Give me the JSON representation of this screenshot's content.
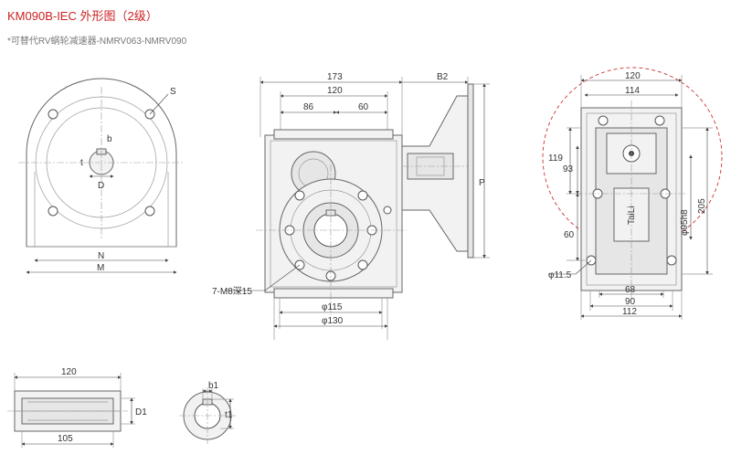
{
  "header": {
    "title": "KM090B-IEC 外形图（2级）",
    "subtitle": "*可替代RV蜗轮减速器-NMRV063-NMRV090"
  },
  "front_flange_view": {
    "labels": {
      "S": "S",
      "b": "b",
      "t": "t",
      "D": "D",
      "N": "N",
      "M": "M"
    }
  },
  "side_view": {
    "dims": {
      "d173": "173",
      "B2": "B2",
      "d120": "120",
      "d86": "86",
      "d60": "60",
      "P": "P",
      "m8": "7-M8深15",
      "phi115": "φ115",
      "phi130": "φ130"
    }
  },
  "bottom_view": {
    "dims": {
      "d120": "120",
      "d114": "114",
      "d119": "119",
      "d93": "93",
      "d60": "60",
      "phi95": "φ95h8",
      "d205": "205",
      "phi11": "φ11.5",
      "d68": "68",
      "d90": "90",
      "d112": "112",
      "brand": "TaiLi"
    }
  },
  "shaft_view": {
    "dims": {
      "d120": "120",
      "D1": "D1",
      "d105": "105"
    }
  },
  "keyway_view": {
    "dims": {
      "b1": "b1",
      "t1": "t1"
    }
  },
  "colors": {
    "title": "#cc2222",
    "dash_circle": "#cc3333",
    "outline": "#666666"
  }
}
